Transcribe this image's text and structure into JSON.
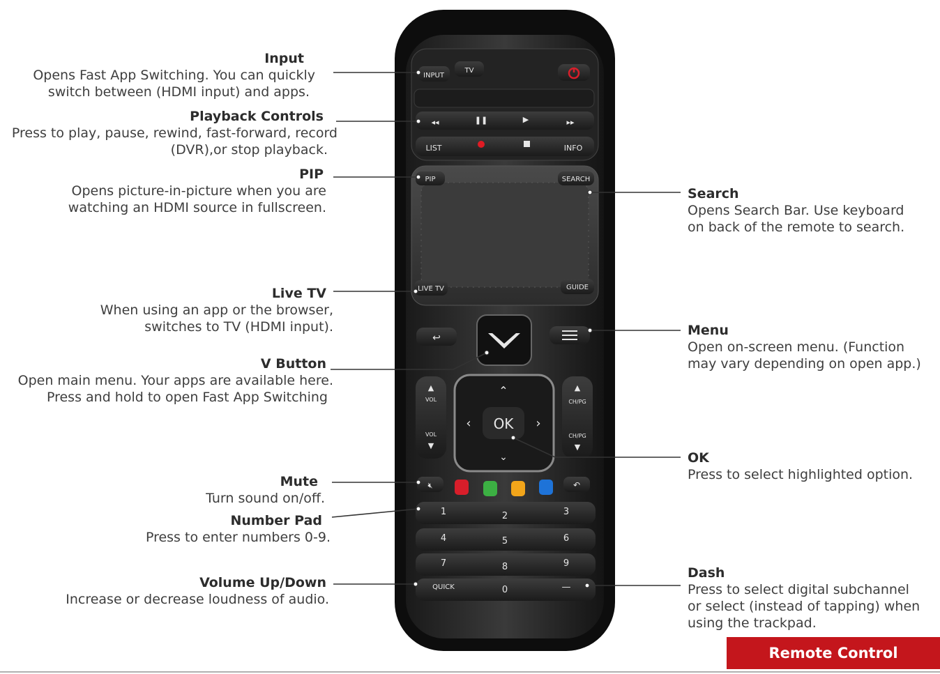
{
  "callouts": {
    "input": {
      "title": "Input",
      "desc1": "Opens Fast App Switching. You can quickly",
      "desc2": "switch between (HDMI input) and apps."
    },
    "playback": {
      "title": "Playback Controls",
      "desc1": "Press to play, pause, rewind, fast-forward, record",
      "desc2": "(DVR),or stop playback."
    },
    "pip": {
      "title": "PIP",
      "desc1": "Opens picture-in-picture when you are",
      "desc2": "watching an HDMI source in fullscreen."
    },
    "livetv": {
      "title": "Live TV",
      "desc1": "When using an app or the browser,",
      "desc2": "switches to TV (HDMI input)."
    },
    "vbutton": {
      "title": "V Button",
      "desc1": "Open main menu. Your apps are available here.",
      "desc2": "Press and hold to open Fast App Switching"
    },
    "mute": {
      "title": "Mute",
      "desc1": "Turn sound on/off."
    },
    "numpad": {
      "title": "Number Pad",
      "desc1": "Press to enter numbers 0-9."
    },
    "volume": {
      "title": "Volume Up/Down",
      "desc1": "Increase or decrease loudness of audio."
    },
    "search": {
      "title": "Search",
      "desc1": "Opens Search Bar. Use keyboard",
      "desc2": "on back of the remote to search."
    },
    "menu": {
      "title": "Menu",
      "desc1": "Open on-screen menu. (Function",
      "desc2": "may vary depending on open app.)"
    },
    "ok": {
      "title": "OK",
      "desc1": "Press to select highlighted option."
    },
    "dash": {
      "title": "Dash",
      "desc1": "Press to select digital subchannel",
      "desc2": "or select (instead of tapping) when",
      "desc3": "using the trackpad."
    }
  },
  "remote": {
    "input_label": "INPUT",
    "tv_label": "TV",
    "list_label": "LIST",
    "info_label": "INFO",
    "pip_label": "PIP",
    "search_label": "SEARCH",
    "livetv_label": "LIVE TV",
    "guide_label": "GUIDE",
    "ok_label": "OK",
    "vol_label": "VOL",
    "chpg_label": "CH/PG",
    "quick_label": "QUICK",
    "dash_label": "—",
    "numbers": [
      "1",
      "2",
      "3",
      "4",
      "5",
      "6",
      "7",
      "8",
      "9",
      "0"
    ],
    "color_keys": [
      "#d81e2a",
      "#3cb043",
      "#f2a51a",
      "#1e73d8"
    ]
  },
  "banner": {
    "label": "Remote Control",
    "color": "#c4161c"
  }
}
